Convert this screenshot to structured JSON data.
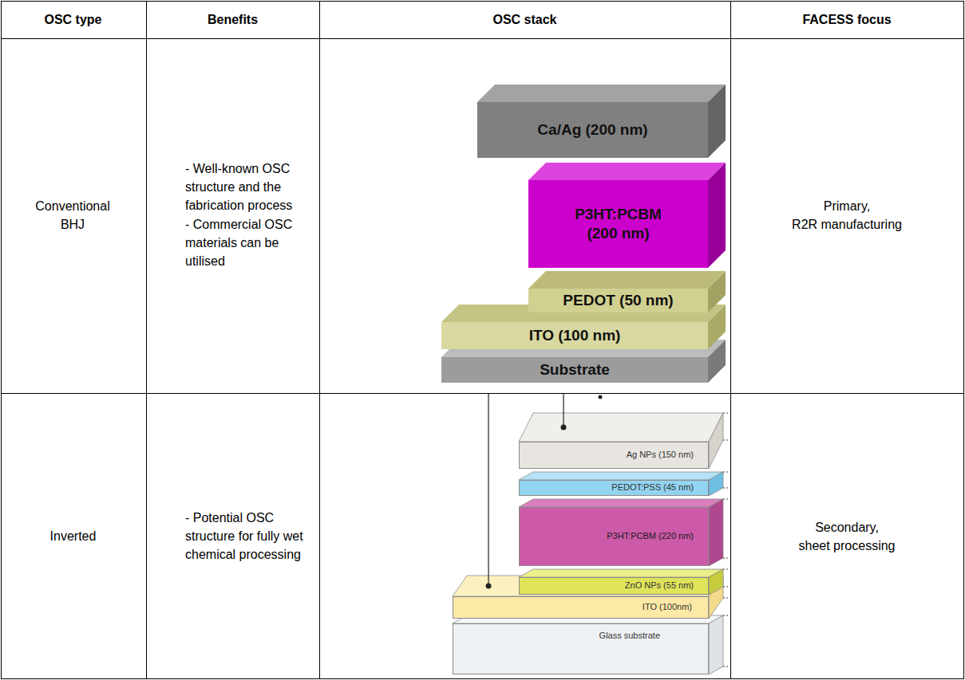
{
  "diagram": {
    "nodes": [
      {
        "text": [
          "Ca/Ag (200 nm)"
        ]
      },
      {
        "text": [
          "P3HT:PCBM (200 nm)"
        ]
      },
      {
        "text": [
          "PEDOT (50 nm)"
        ]
      },
      {
        "text": [
          "ITO (100 nm)"
        ]
      },
      {
        "text": [
          "Substrate"
        ]
      },
      {
        "text": [
          "Ag NPs (150 nm)"
        ]
      },
      {
        "text": [
          "PEDOT:PSS (45 nm)"
        ]
      },
      {
        "text": [
          "P3HT:PCBM (220 nm)"
        ]
      },
      {
        "text": [
          "ZnO NPs (55 nm)"
        ]
      },
      {
        "text": [
          "ITO (100nm)"
        ]
      },
      {
        "text": [
          "Glass substrate"
        ]
      }
    ],
    "labels": [
      "OSC type",
      "Benefits",
      "OSC stack",
      "FACESS focus",
      "Conventional BHJ",
      "- Well-known OSC structure and the fabrication process",
      "- Commercial OSC materials can be utilised",
      "Primary,",
      "R2R manufacturing",
      "Inverted",
      "- Potential OSC structure for fully wet chemical processing",
      "Secondary,",
      "sheet processing"
    ]
  }
}
